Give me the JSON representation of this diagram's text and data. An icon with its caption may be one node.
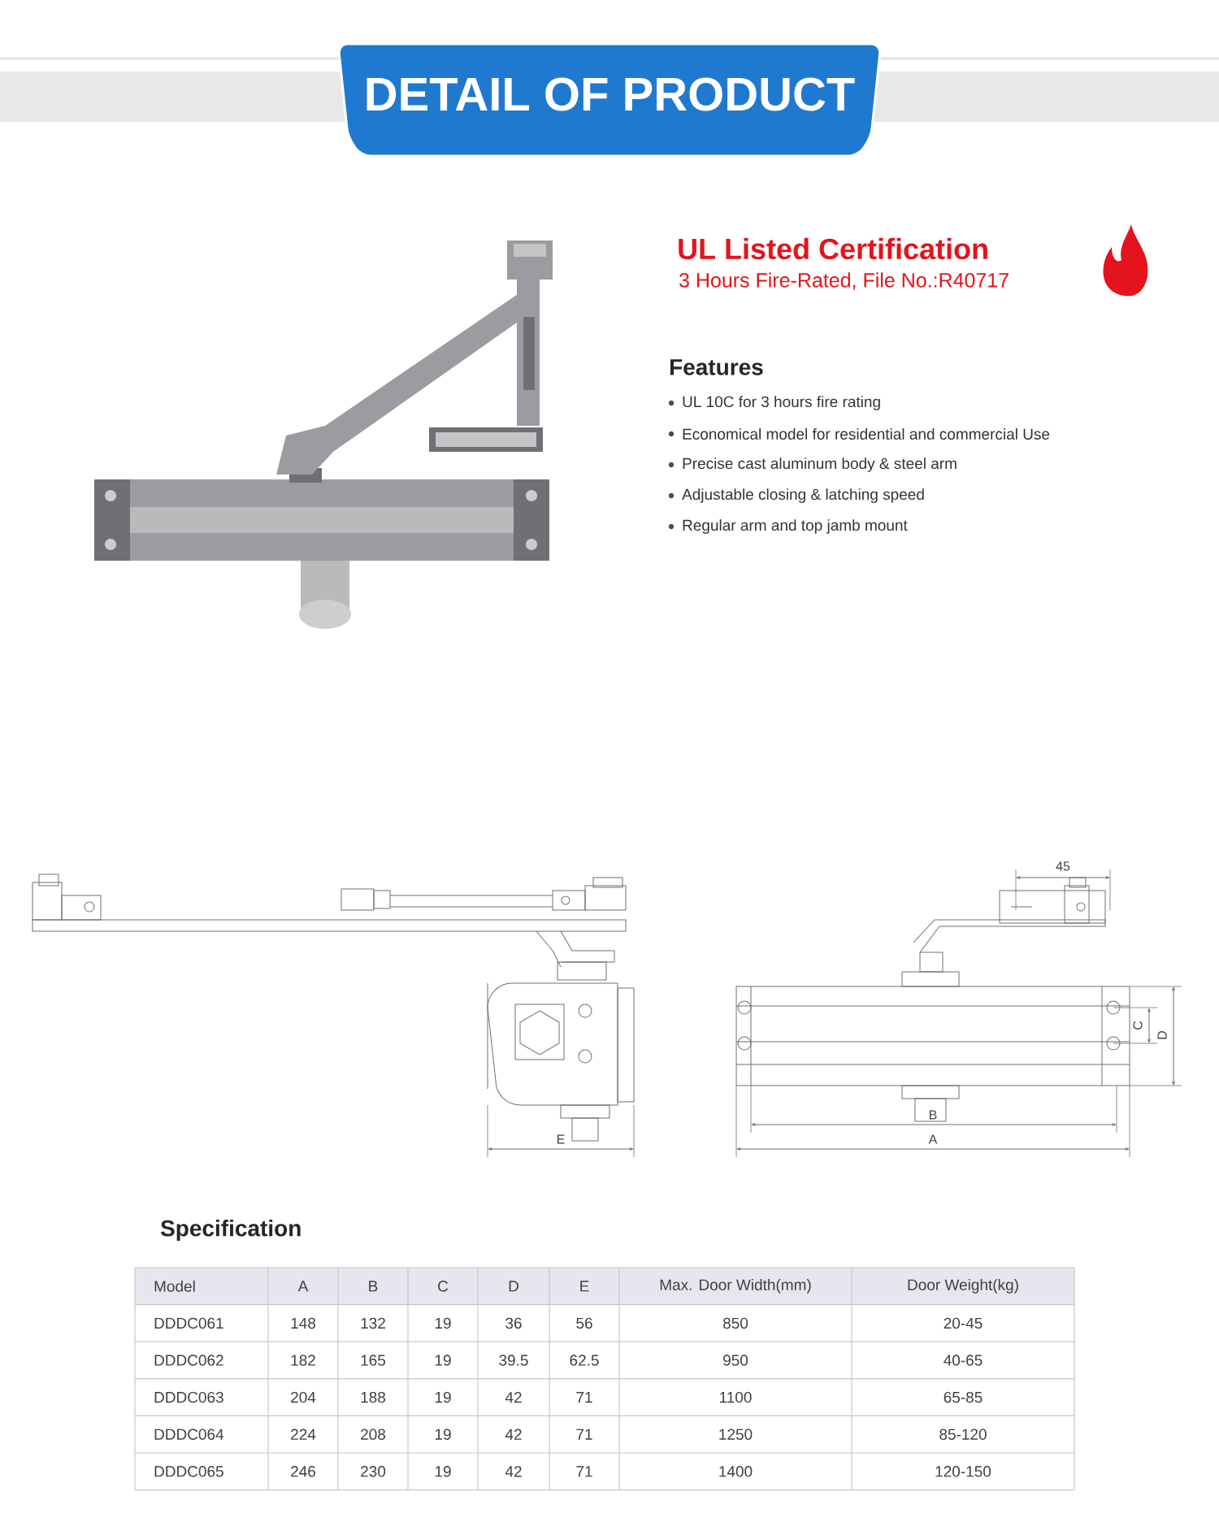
{
  "diagram": {
    "title": "DETAIL OF PRODUCT",
    "labels": [
      "UL Listed Certification",
      "3 Hours Fire-Rated, File No.:R40717",
      "Features",
      "UL 10C for 3 hours fire rating",
      "Economical model for residential and commercial Use",
      "Precise cast aluminum body & steel arm",
      "Adjustable closing & latching speed",
      "Regular arm and top jamb mount",
      "45",
      "C",
      "D",
      "B",
      "E",
      "A",
      "Specification",
      "Model",
      "A",
      "B",
      "C",
      "D",
      "E",
      "Max. Door Width(mm)",
      "Door Weight(kg)",
      "DDDC061",
      "148",
      "132",
      "19",
      "36",
      "56",
      "850",
      "20-45",
      "DDDC062",
      "182",
      "165",
      "19",
      "39.5",
      "62.5",
      "950",
      "40-65",
      "DDDC063",
      "204",
      "188",
      "19",
      "42",
      "71",
      "1100",
      "65-85",
      "DDDC064",
      "224",
      "208",
      "19",
      "42",
      "71",
      "1250",
      "85-120",
      "DDDC065",
      "246",
      "230",
      "19",
      "42",
      "71",
      "1400",
      "120-150"
    ]
  }
}
